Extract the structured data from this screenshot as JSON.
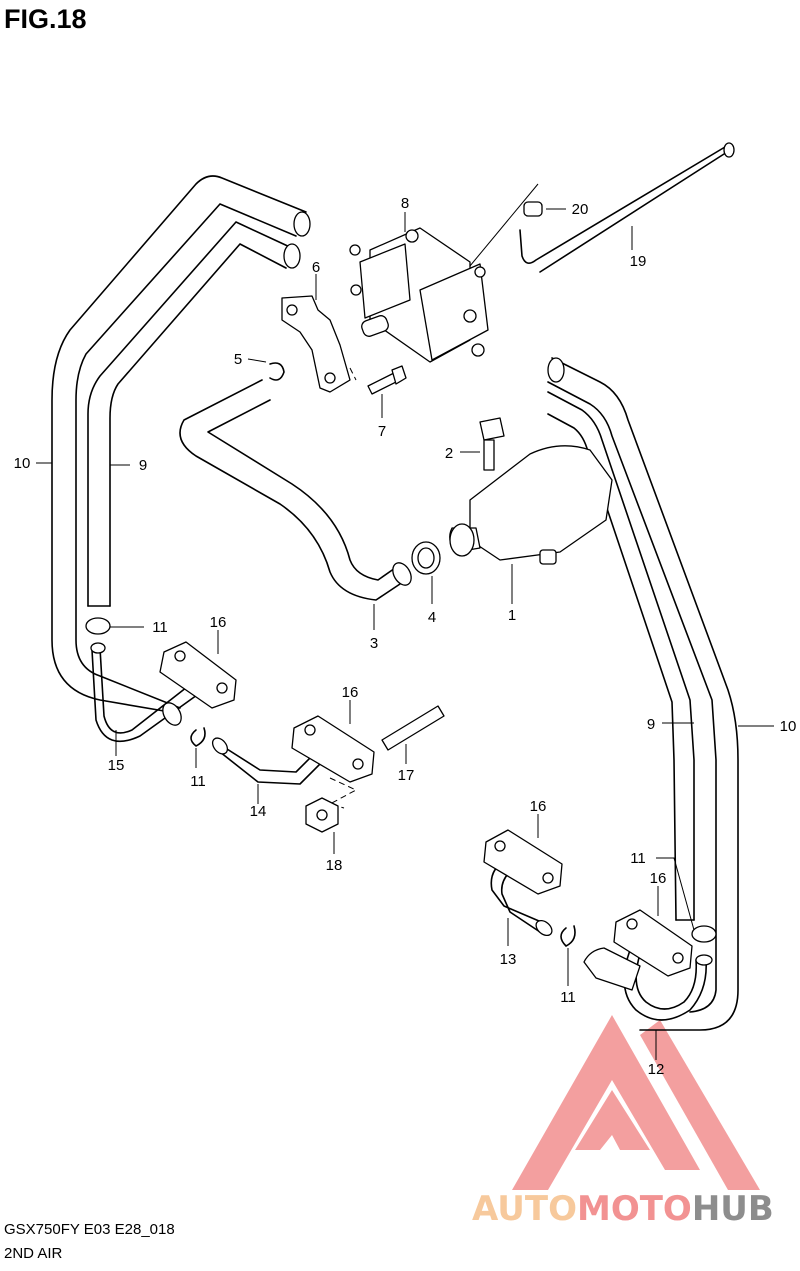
{
  "figure": {
    "title": "FIG.18",
    "model_code": "GSX750FY E03 E28_018",
    "section_name": "2ND AIR"
  },
  "callouts": {
    "c1": "1",
    "c2": "2",
    "c3": "3",
    "c4": "4",
    "c5": "5",
    "c6": "6",
    "c7": "7",
    "c8": "8",
    "c9a": "9",
    "c9b": "9",
    "c10a": "10",
    "c10b": "10",
    "c11a": "11",
    "c11b": "11",
    "c11c": "11",
    "c11d": "11",
    "c12": "12",
    "c13": "13",
    "c14": "14",
    "c15": "15",
    "c16a": "16",
    "c16b": "16",
    "c16c": "16",
    "c16d": "16",
    "c17": "17",
    "c18": "18",
    "c19": "19",
    "c20": "20"
  },
  "watermark": {
    "part1": "AUTO",
    "part2": "MOTO",
    "part3": "HUB",
    "colors": {
      "auto": "#f6c08b",
      "moto": "#f08080",
      "hub": "#7a7a7a",
      "logo": "#f08080"
    }
  }
}
